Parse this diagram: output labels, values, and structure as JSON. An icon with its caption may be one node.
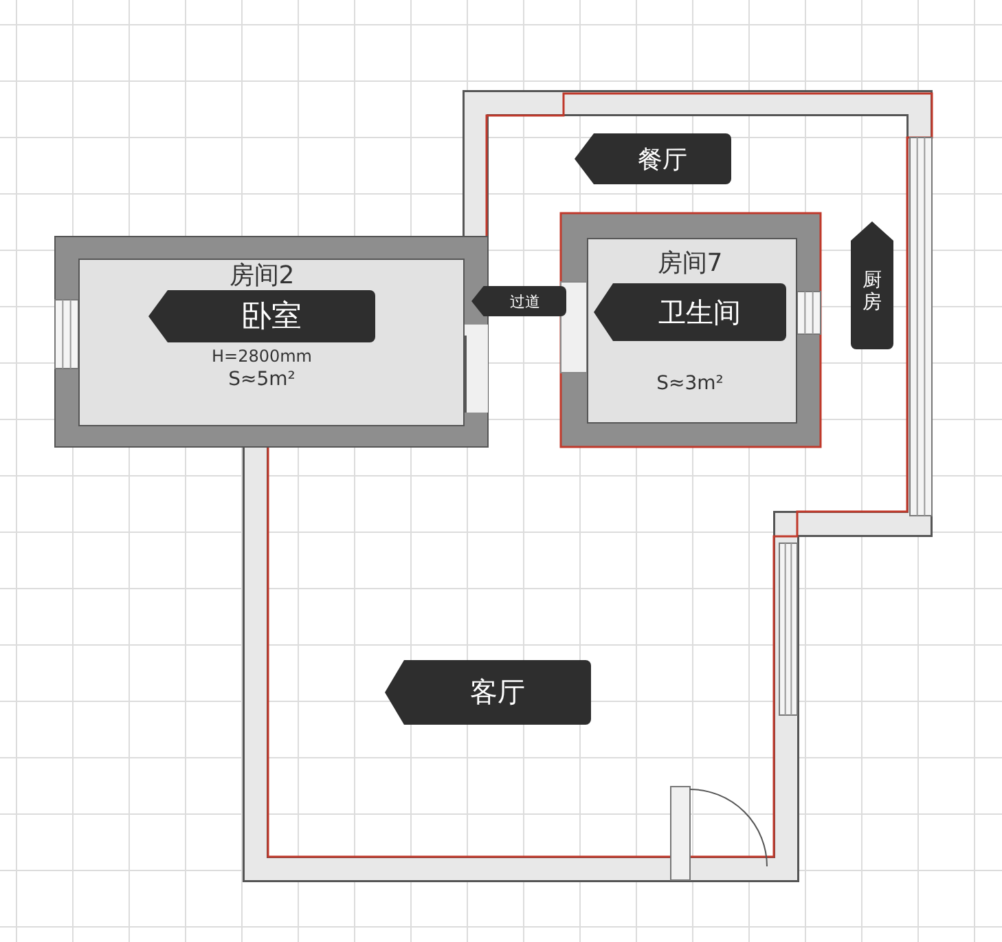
{
  "diagram": {
    "nodes": [
      {
        "text": [
          "房间2",
          "H=2800mm",
          "S≈5m²"
        ]
      },
      {
        "text": [
          "卧室"
        ],
        "in": 0
      },
      {
        "text": [
          "餐厅"
        ]
      },
      {
        "text": [
          "过道"
        ]
      },
      {
        "text": [
          "房间7",
          "S≈3m²"
        ]
      },
      {
        "text": [
          "卫生间"
        ],
        "in": 4
      },
      {
        "text": [
          "厨房"
        ]
      },
      {
        "text": [
          "客厅"
        ]
      }
    ]
  }
}
